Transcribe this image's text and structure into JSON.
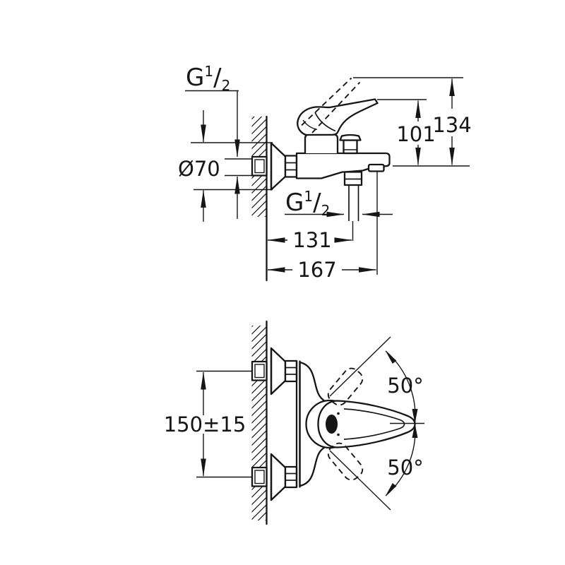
{
  "colors": {
    "background": "#ffffff",
    "line": "#161616"
  },
  "labels": {
    "g_half": {
      "g": "G",
      "numerator": "1",
      "slash": "/",
      "denominator": "2"
    }
  },
  "dimensions": {
    "escutcheon_diameter": "Ø70",
    "handle_height": "101",
    "handle_raised_height": "134",
    "shower_outlet_offset": "131",
    "spout_reach": "167",
    "inlet_spacing": "150±15",
    "handle_swing_upper": "50°",
    "handle_swing_lower": "50°"
  }
}
